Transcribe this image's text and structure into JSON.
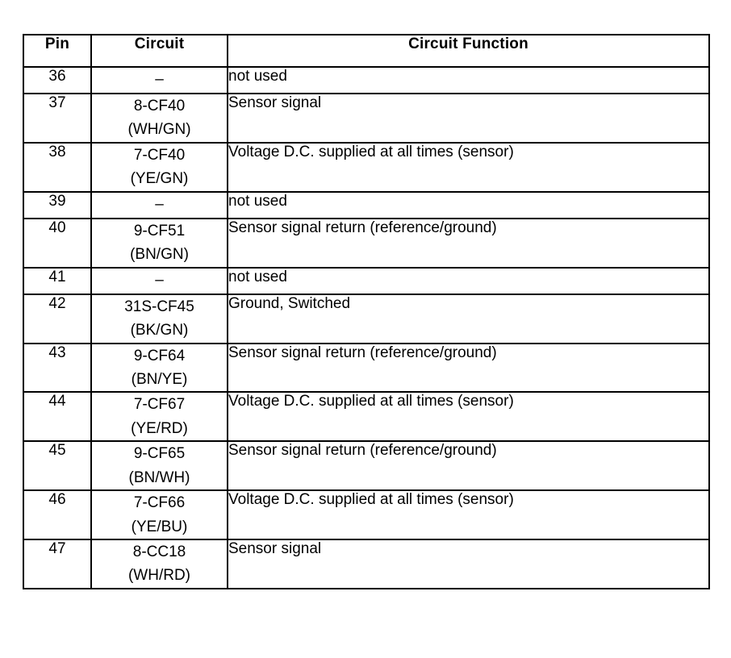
{
  "table": {
    "name": "connector-pin-assignment-table",
    "columns": [
      {
        "key": "pin",
        "label": "Pin"
      },
      {
        "key": "circuit",
        "label": "Circuit"
      },
      {
        "key": "function",
        "label": "Circuit Function"
      }
    ],
    "rows": [
      {
        "pin": "36",
        "circuit_code": "–",
        "circuit_color": "",
        "function": "not used",
        "size": "short"
      },
      {
        "pin": "37",
        "circuit_code": "8-CF40",
        "circuit_color": "(WH/GN)",
        "function": "Sensor signal",
        "size": "tall"
      },
      {
        "pin": "38",
        "circuit_code": "7-CF40",
        "circuit_color": "(YE/GN)",
        "function": "Voltage D.C. supplied at all times (sensor)",
        "size": "tall"
      },
      {
        "pin": "39",
        "circuit_code": "–",
        "circuit_color": "",
        "function": "not used",
        "size": "short"
      },
      {
        "pin": "40",
        "circuit_code": "9-CF51",
        "circuit_color": "(BN/GN)",
        "function": "Sensor signal return (reference/ground)",
        "size": "tall"
      },
      {
        "pin": "41",
        "circuit_code": "–",
        "circuit_color": "",
        "function": "not used",
        "size": "short"
      },
      {
        "pin": "42",
        "circuit_code": "31S-CF45",
        "circuit_color": "(BK/GN)",
        "function": "Ground, Switched",
        "size": "tall"
      },
      {
        "pin": "43",
        "circuit_code": "9-CF64",
        "circuit_color": "(BN/YE)",
        "function": "Sensor signal return (reference/ground)",
        "size": "tall"
      },
      {
        "pin": "44",
        "circuit_code": "7-CF67",
        "circuit_color": "(YE/RD)",
        "function": "Voltage D.C. supplied at all times (sensor)",
        "size": "tall"
      },
      {
        "pin": "45",
        "circuit_code": "9-CF65",
        "circuit_color": "(BN/WH)",
        "function": "Sensor signal return (reference/ground)",
        "size": "tall"
      },
      {
        "pin": "46",
        "circuit_code": "7-CF66",
        "circuit_color": "(YE/BU)",
        "function": "Voltage D.C. supplied at all times (sensor)",
        "size": "tall"
      },
      {
        "pin": "47",
        "circuit_code": "8-CC18",
        "circuit_color": "(WH/RD)",
        "function": "Sensor signal",
        "size": "tall"
      }
    ]
  },
  "colors": {
    "page_background": "#ffffff",
    "ink": "#000000",
    "rule": "#000000"
  }
}
